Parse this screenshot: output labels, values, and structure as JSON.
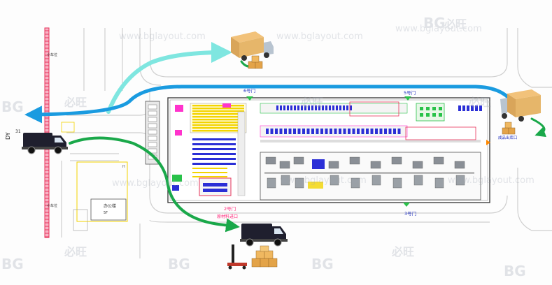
{
  "watermark": {
    "url_text": "www.bglayout.com",
    "brand_text": "必旺",
    "logo_letters": "BG"
  },
  "labels": {
    "gate_6": "6号门",
    "gate_5": "5号门",
    "gate_2": "2号门",
    "gate_2_sub": "原材料进口",
    "gate_3": "3号门",
    "dock_right": "成品出库口",
    "office": "办公楼",
    "office_sub": "5F",
    "parking_top": "小车位",
    "parking_bottom": "小车位",
    "entrance": "DY",
    "entrance_code": "31",
    "wall_label": "H"
  },
  "colors": {
    "flow_cyan": "#7fe6e0",
    "flow_blue": "#1a9be0",
    "flow_green": "#1aa84a",
    "road": "#cfcfcf",
    "building_outline": "#333333",
    "parking_red": "#e8325a",
    "rack_yellow": "#f3d400",
    "rack_blue": "#2b2fd6",
    "zone_magenta": "#ff33cc",
    "zone_green": "#29c24a"
  },
  "icons": {
    "truck_top": "cargo-truck-icon",
    "truck_right": "cargo-truck-icon",
    "truck_left": "delivery-van-icon",
    "truck_bottom": "delivery-van-icon",
    "boxes": "box-stack-icon",
    "forklift": "pallet-jack-icon"
  }
}
